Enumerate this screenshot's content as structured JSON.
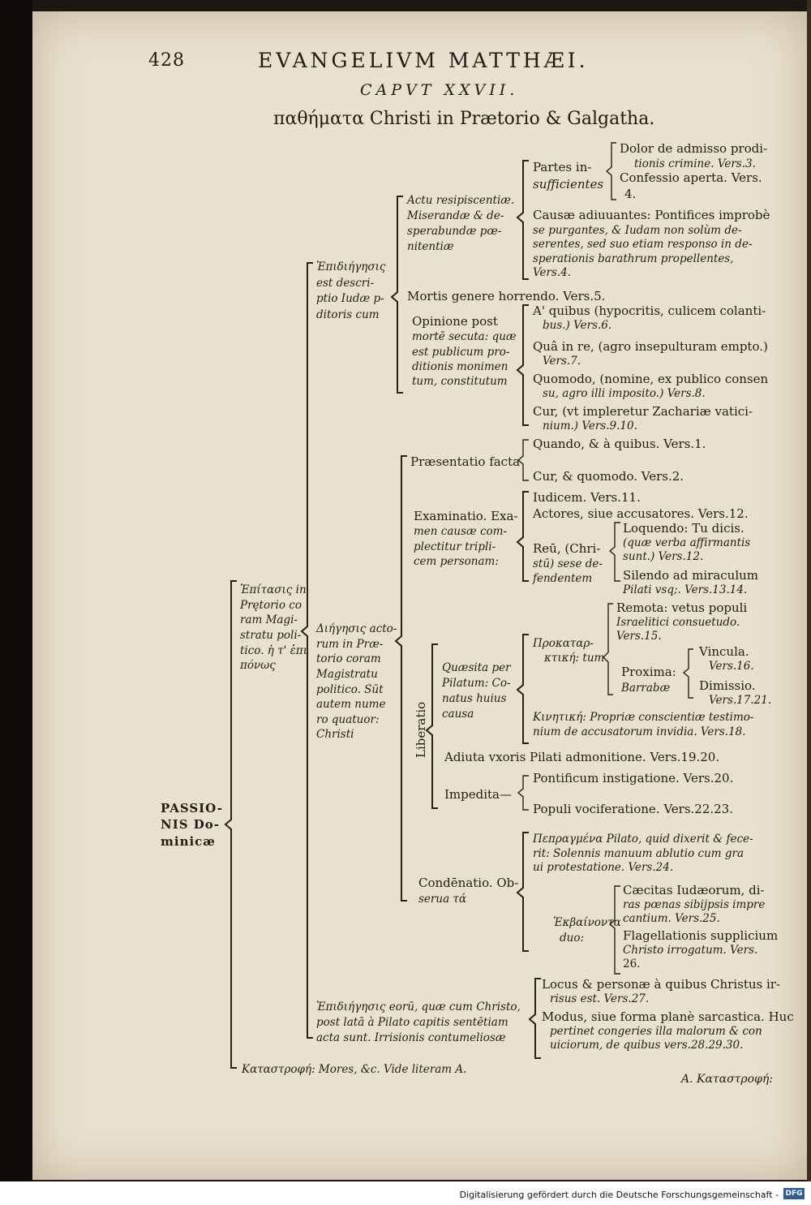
{
  "header": {
    "page_number": "428",
    "running_head": "EVANGELIVM MATTHÆI.",
    "caput": "CAPVT XXVII.",
    "subtitle": "παθήματα Christi in Prætorio & Galgatha."
  },
  "tree": {
    "root": [
      "PASSIO-",
      "NIS Do-",
      "minicæ"
    ],
    "epitasis": [
      "Ἐπίτασις in",
      "Prętorio co",
      "ram Magi-",
      "stratu poli-",
      "tico. ἡ τ' ἐπι",
      "πόνως"
    ],
    "diegesis": [
      "Διήγησις acto-",
      "rum in Præ-",
      "torio coram",
      "Magistratu",
      "politico. Sūt",
      "autem nume",
      "ro quatuor:",
      "Christi"
    ],
    "epidiegesis_iudae": [
      "Ἐπιδιήγησις",
      "est descri-",
      "ptio Iudæ p-",
      "ditoris cum"
    ],
    "actu": [
      "Actu resipiscentiæ.",
      "Miserandæ & de-",
      "sperabundæ pœ-",
      "nitentiæ"
    ],
    "partes": [
      "Partes in-",
      "sufficientes"
    ],
    "dolor": [
      "Dolor de admisso prodi-",
      "tionis crimine. Vers.3."
    ],
    "confessio": [
      "Confessio aperta. Vers.",
      "4."
    ],
    "causae": [
      "Causæ adiuuantes: Pontifices improbè",
      "se purgantes, & Iudam non solùm de-",
      "serentes, sed suo etiam responso in de-",
      "sperationis barathrum propellentes,",
      "Vers.4."
    ],
    "mortis": "Mortis genere horrendo. Vers.5.",
    "opinione": [
      "Opinione post",
      "mortē secuta: quæ",
      "est publicum pro-",
      "ditionis monimen",
      "tum, constitutum"
    ],
    "aquibus": [
      "A' quibus (hypocritis, culicem colanti-",
      "bus.) Vers.6."
    ],
    "quain": [
      "Quâ in re, (agro insepulturam empto.)",
      "Vers.7."
    ],
    "quomodo1": [
      "Quomodo, (nomine, ex publico consen",
      "su, agro illi imposito.) Vers.8."
    ],
    "cur1": [
      "Cur, (vt impleretur Zachariæ vatici-",
      "nium.) Vers.9.10."
    ],
    "praesentatio": "Præsentatio facta",
    "quando": "Quando, & à quibus. Vers.1.",
    "cur2": "Cur, & quomodo. Vers.2.",
    "examinatio": [
      "Examinatio. Exa-",
      "men causæ com-",
      "plectitur tripli-",
      "cem personam:"
    ],
    "iudicem": "Iudicem. Vers.11.",
    "actores": "Actores, siue accusatores. Vers.12.",
    "reum": [
      "Reū, (Chri-",
      "stū) sese de-",
      "fendentem"
    ],
    "loquendo": [
      "Loquendo: Tu dicis.",
      "(quæ verba affirmantis",
      "sunt.) Vers.12."
    ],
    "silendo": [
      "Silendo ad miraculum",
      "Pilati vsq;. Vers.13.14."
    ],
    "remota": [
      "Remota: vetus populi",
      "Israelitici consuetudo.",
      "Vers.15."
    ],
    "prokatarktike": [
      "Προκαταρ-",
      "κτική: tum"
    ],
    "proxima": [
      "Proxima:",
      "Barrabæ"
    ],
    "vincula": [
      "Vincula.",
      "Vers.16."
    ],
    "dimissio": [
      "Dimissio.",
      "Vers.17.21."
    ],
    "quaesita": [
      "Quæsita per",
      "Pilatum: Co-",
      "natus huius",
      "causa"
    ],
    "liberatio": "Liberatio",
    "kinetike": [
      "Κινητική: Propriæ conscientiæ testimo-",
      "nium de accusatorum invidia. Vers.18."
    ],
    "adiuta": "Adiuta vxoris Pilati admonitione. Vers.19.20.",
    "impedita": "Impedita—",
    "pontificum": "Pontificum instigatione. Vers.20.",
    "populi": "Populi vociferatione. Vers.22.23.",
    "condenatio": [
      "Condēnatio. Ob-",
      "serua τά"
    ],
    "pilato": [
      "Πεπραγμένα Pilato, quid dixerit & fece-",
      "rit: Solennis manuum ablutio cum gra",
      "ui protestatione. Vers.24."
    ],
    "ekbainonta": [
      "Ἐκβαίνοντα",
      "duo:"
    ],
    "caecitas": [
      "Cæcitas Iudæorum, di-",
      "ras pœnas sibijpsis impre",
      "cantium. Vers.25."
    ],
    "flagellationis": [
      "Flagellationis supplicium",
      "Christo irrogatum. Vers.",
      "26."
    ],
    "epidiegesis_eorum": [
      "Ἐπιδιήγησις eorū, quæ cum Christo,",
      "post latā à Pilato capitis sentētiam",
      "acta sunt. Irrisionis contumeliosæ"
    ],
    "locus": [
      "Locus & personæ à quibus Christus ir-",
      "risus est. Vers.27."
    ],
    "modus": [
      "Modus, siue forma planè sarcastica. Huc",
      "pertinet congeries illa malorum & con",
      "uiciorum, de quibus vers.28.29.30."
    ],
    "katastrophe": "Καταστροφή: Mores, &c. Vide literam A.",
    "catchword": "A. Καταστροφή:"
  },
  "footer": {
    "digitization": "Digitalisierung gefördert durch die Deutsche Forschungsgemeinschaft -",
    "logo": "DFG"
  }
}
